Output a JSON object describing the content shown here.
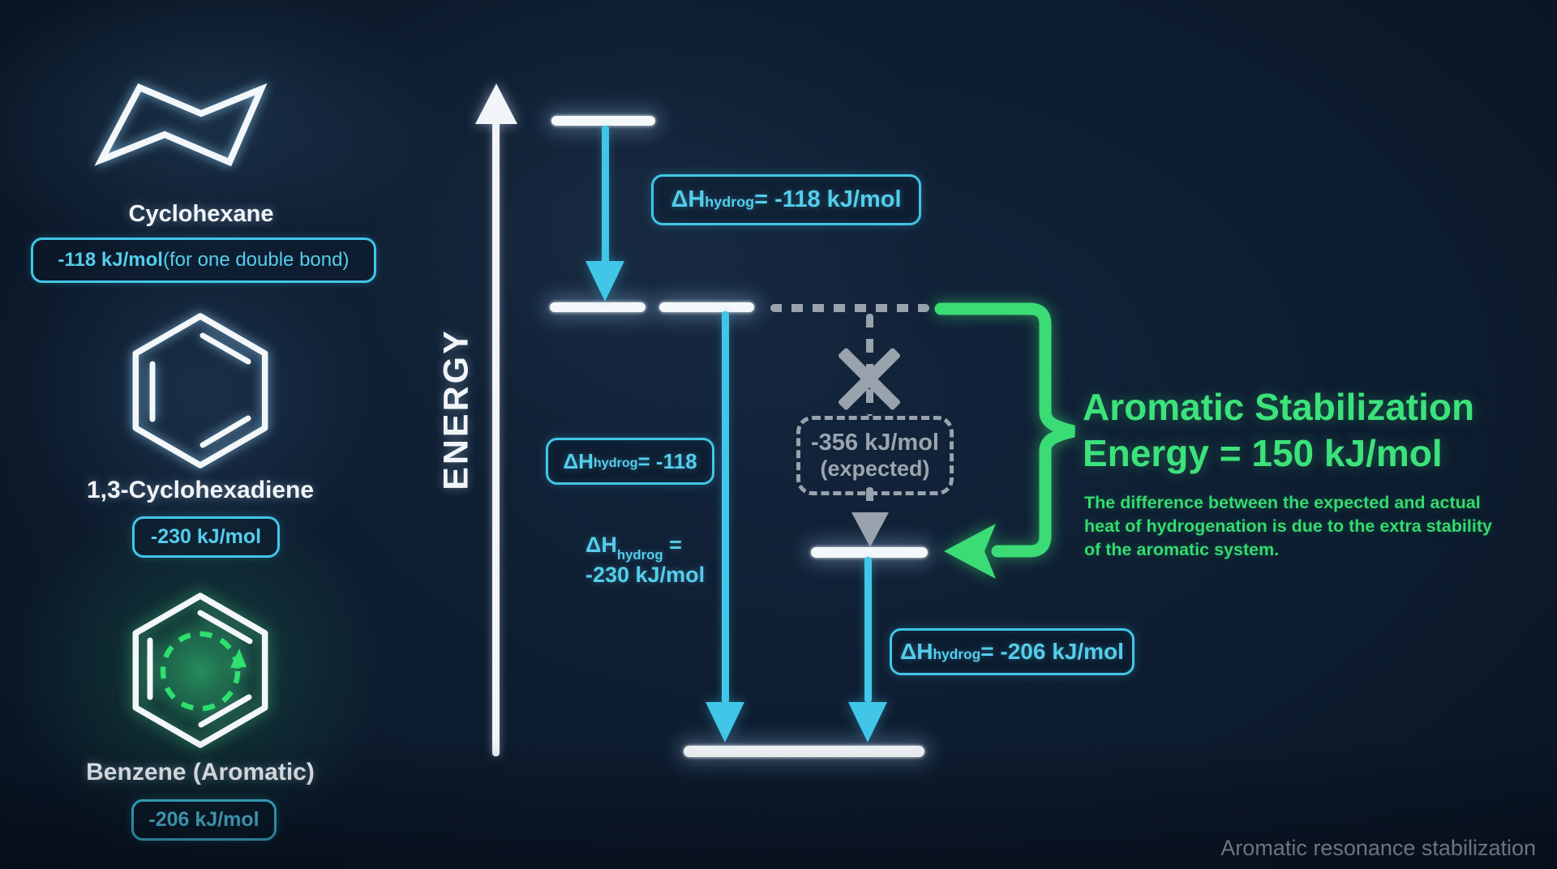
{
  "colors": {
    "background": "#0d1b2e",
    "cyan_accent": "#41c6e8",
    "green_accent": "#3ce27a",
    "gray_muted": "#99a3ad",
    "white": "#f3f6fa"
  },
  "sidebar": {
    "molecules": [
      {
        "name": "Cyclohexane",
        "value": "-118 kJ/mol",
        "note": " (for one double bond)"
      },
      {
        "name": "1,3-Cyclohexadiene",
        "value": "-230 kJ/mol"
      },
      {
        "name": "Benzene (Aromatic)",
        "value": "-206 kJ/mol"
      }
    ]
  },
  "axis": {
    "label": "ENERGY"
  },
  "annotations": {
    "dh_top": {
      "dh": "ΔH",
      "sub": "hydrog",
      "rest": " = -118 kJ/mol"
    },
    "dh_mid": {
      "dh": "ΔH",
      "sub": "hydrog",
      "rest": " = -118"
    },
    "dh_diene": {
      "dh": "ΔH",
      "sub": "hydrog",
      "rest": " =",
      "line2": "-230 kJ/mol"
    },
    "dh_benzene": {
      "dh": "ΔH",
      "sub": "hydrog",
      "rest": " = -206 kJ/mol"
    },
    "expected": {
      "value": "-356 kJ/mol",
      "qualifier": "(expected)"
    }
  },
  "stabilization": {
    "title_line1": "Aromatic Stabilization",
    "title_line2": "Energy = 150 kJ/mol",
    "description": "The difference between the expected and actual heat of hydrogenation is due to the extra stability of the aromatic system."
  },
  "footer": {
    "caption": "Aromatic resonance stabilization"
  }
}
